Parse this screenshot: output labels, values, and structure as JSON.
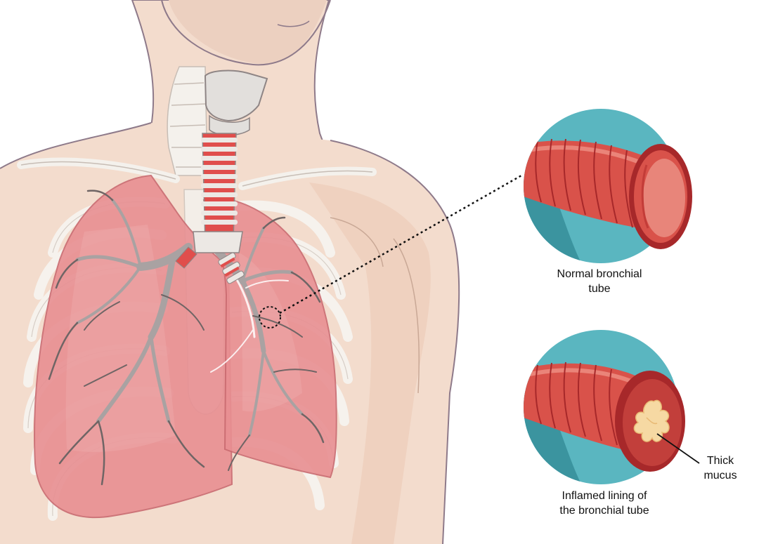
{
  "labels": {
    "normal_tube": [
      "Normal bronchial",
      "tube"
    ],
    "inflamed_tube": [
      "Inflamed lining of",
      "the bronchial tube"
    ],
    "mucus": [
      "Thick",
      "mucus"
    ]
  },
  "colors": {
    "skin": "#f3dccd",
    "skin_shadow": "#e8c6b2",
    "outline": "#8e7a8a",
    "bone": "#f4f1ec",
    "lung": "#e88f92",
    "lung_light": "#f2b3b2",
    "airway": "#a9a2a2",
    "trachea_ring": "#e04e4c",
    "tube_red": "#d9524a",
    "tube_dark": "#a7282a",
    "circle_teal": "#5ab6c0",
    "circle_teal_dark": "#3b949f",
    "mucus": "#f6d9a3"
  },
  "icons": {
    "magnify_marker": "dashed-circle-marker",
    "leader": "dotted-leader-line"
  }
}
